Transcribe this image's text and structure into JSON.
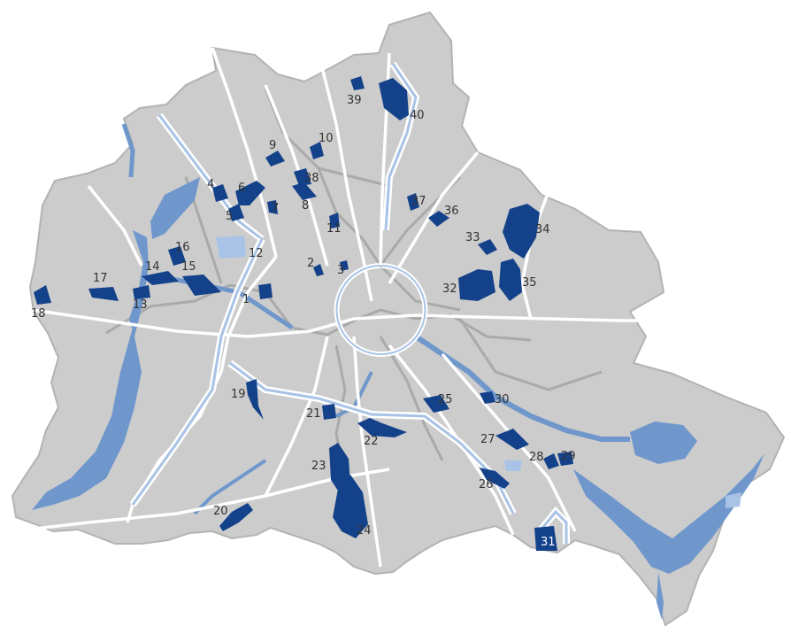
{
  "colors": {
    "land": "#cccccc",
    "border": "#b3b3b3",
    "district": "#aaaaaa",
    "water": "#6f97cc",
    "water_light": "#a9c3e6",
    "area": "#14428a",
    "road": "#ffffff",
    "label": "#333333"
  },
  "areas": [
    {
      "id": "1",
      "label": "1"
    },
    {
      "id": "2",
      "label": "2"
    },
    {
      "id": "3",
      "label": "3"
    },
    {
      "id": "4",
      "label": "4"
    },
    {
      "id": "5",
      "label": "5"
    },
    {
      "id": "6",
      "label": "6"
    },
    {
      "id": "7",
      "label": "7"
    },
    {
      "id": "8",
      "label": "8"
    },
    {
      "id": "9",
      "label": "9"
    },
    {
      "id": "10",
      "label": "10"
    },
    {
      "id": "11",
      "label": "11"
    },
    {
      "id": "12",
      "label": "12"
    },
    {
      "id": "13",
      "label": "13"
    },
    {
      "id": "14",
      "label": "14"
    },
    {
      "id": "15",
      "label": "15"
    },
    {
      "id": "16",
      "label": "16"
    },
    {
      "id": "17",
      "label": "17"
    },
    {
      "id": "18",
      "label": "18"
    },
    {
      "id": "19",
      "label": "19"
    },
    {
      "id": "20",
      "label": "20"
    },
    {
      "id": "21",
      "label": "21"
    },
    {
      "id": "22",
      "label": "22"
    },
    {
      "id": "23",
      "label": "23"
    },
    {
      "id": "24",
      "label": "24"
    },
    {
      "id": "25",
      "label": "25"
    },
    {
      "id": "26",
      "label": "26"
    },
    {
      "id": "27",
      "label": "27"
    },
    {
      "id": "28",
      "label": "28"
    },
    {
      "id": "29",
      "label": "29"
    },
    {
      "id": "30",
      "label": "30"
    },
    {
      "id": "31",
      "label": "31"
    },
    {
      "id": "32",
      "label": "32"
    },
    {
      "id": "33",
      "label": "33"
    },
    {
      "id": "34",
      "label": "34"
    },
    {
      "id": "35",
      "label": "35"
    },
    {
      "id": "36",
      "label": "36"
    },
    {
      "id": "37",
      "label": "37"
    },
    {
      "id": "38",
      "label": "38"
    },
    {
      "id": "39",
      "label": "39"
    },
    {
      "id": "40",
      "label": "40"
    }
  ]
}
